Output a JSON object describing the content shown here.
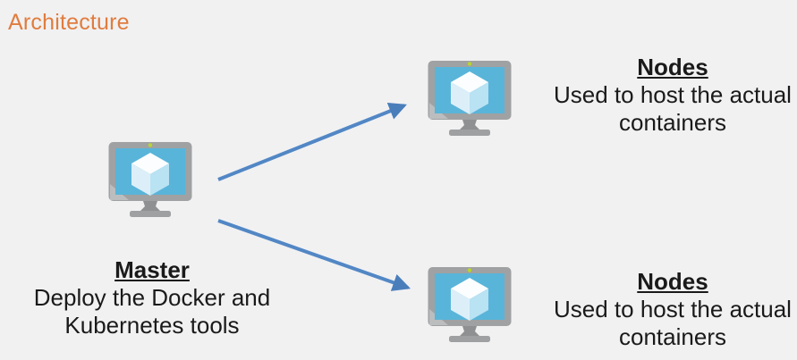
{
  "slide": {
    "title": "Architecture",
    "background_color": "#F1F1F2",
    "title_color": "#E07C3E"
  },
  "master": {
    "title": "Master",
    "description": "Deploy the Docker and Kubernetes tools",
    "icon": "azure-vm-icon"
  },
  "nodes": [
    {
      "title": "Nodes",
      "description": "Used to host the actual containers",
      "icon": "azure-vm-icon"
    },
    {
      "title": "Nodes",
      "description": "Used to host the actual containers",
      "icon": "azure-vm-icon"
    }
  ],
  "connections": [
    {
      "from": "master",
      "to": "node-1",
      "style": "arrow"
    },
    {
      "from": "master",
      "to": "node-2",
      "style": "arrow"
    }
  ],
  "colors": {
    "arrow_blue": "#5287C5",
    "icon_frame_gray": "#A0A1A2",
    "icon_screen_blue": "#59B4D9",
    "icon_camera_green": "#B8D432",
    "icon_stand_gray": "#8E9092",
    "text_black": "#1A1A1A"
  }
}
